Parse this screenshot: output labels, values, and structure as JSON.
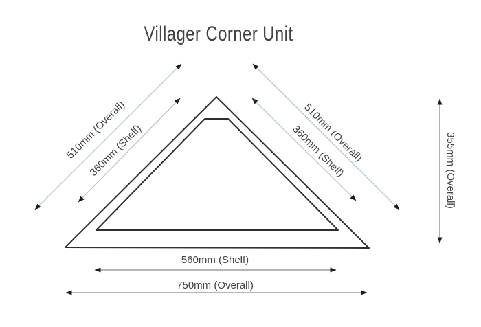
{
  "title": "Villager Corner Unit",
  "colors": {
    "background": "#ffffff",
    "outline": "#2e2e2e",
    "dim_light": "#b5c9d3",
    "dim_dark": "#6e6e6e",
    "arrow": "#1c1c1c",
    "text_color": "#424242"
  },
  "labels": {
    "left_overall": "510mm (Overall)",
    "left_shelf": "360mm (Shelf)",
    "right_overall": "510mm (Overall)",
    "right_shelf": "360mm (Shelf)",
    "height_overall": "355mm (Overall)",
    "bottom_shelf": "560mm (Shelf)",
    "bottom_overall": "750mm (Overall)"
  }
}
